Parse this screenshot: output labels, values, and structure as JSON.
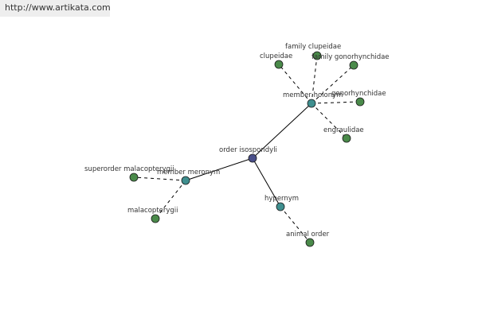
{
  "site": {
    "url": "http://www.artikata.com"
  },
  "colors": {
    "root": "#4a4f8a",
    "relation": "#3f8f8f",
    "leaf": "#4a8a4a",
    "edge": "#000000"
  },
  "graph": {
    "nodes": [
      {
        "id": "root",
        "label": "order isospondyli",
        "kind": "root"
      },
      {
        "id": "holonym",
        "label": "member holonym",
        "kind": "relation"
      },
      {
        "id": "meronym",
        "label": "member meronym",
        "kind": "relation"
      },
      {
        "id": "hypernym",
        "label": "hypernym",
        "kind": "relation"
      },
      {
        "id": "clupeidae",
        "label": "clupeidae",
        "kind": "leaf"
      },
      {
        "id": "family-clupeidae",
        "label": "family clupeidae",
        "kind": "leaf"
      },
      {
        "id": "family-gonorhynchidae",
        "label": "family gonorhynchidae",
        "kind": "leaf"
      },
      {
        "id": "gonorhynchidae",
        "label": "gonorhynchidae",
        "kind": "leaf"
      },
      {
        "id": "engraulidae",
        "label": "engraulidae",
        "kind": "leaf"
      },
      {
        "id": "superorder-malacopterygii",
        "label": "superorder malacopterygii",
        "kind": "leaf"
      },
      {
        "id": "malacopterygii",
        "label": "malacopterygii",
        "kind": "leaf"
      },
      {
        "id": "animal-order",
        "label": "animal order",
        "kind": "leaf"
      }
    ],
    "edges": [
      {
        "from": "root",
        "to": "holonym",
        "style": "solid"
      },
      {
        "from": "root",
        "to": "meronym",
        "style": "solid"
      },
      {
        "from": "root",
        "to": "hypernym",
        "style": "solid"
      },
      {
        "from": "holonym",
        "to": "clupeidae",
        "style": "dashed"
      },
      {
        "from": "holonym",
        "to": "family-clupeidae",
        "style": "dashed"
      },
      {
        "from": "holonym",
        "to": "family-gonorhynchidae",
        "style": "dashed"
      },
      {
        "from": "holonym",
        "to": "gonorhynchidae",
        "style": "dashed"
      },
      {
        "from": "holonym",
        "to": "engraulidae",
        "style": "dashed"
      },
      {
        "from": "meronym",
        "to": "superorder-malacopterygii",
        "style": "dashed"
      },
      {
        "from": "meronym",
        "to": "malacopterygii",
        "style": "dashed"
      },
      {
        "from": "hypernym",
        "to": "animal-order",
        "style": "dashed"
      }
    ]
  }
}
